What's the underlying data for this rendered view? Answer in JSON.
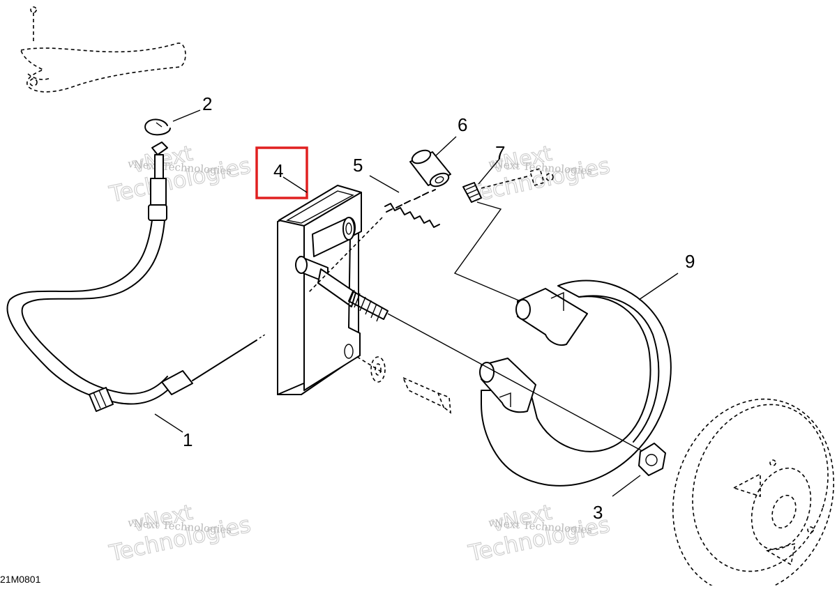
{
  "drawing_id": "21M0801",
  "callouts": [
    "1",
    "2",
    "3",
    "4",
    "5",
    "6",
    "7",
    "9"
  ],
  "highlighted_callout": "4",
  "highlight_color": "#e02020",
  "watermark": {
    "small": "vNext Technologies",
    "big_top": "vNext",
    "big_bottom": "Technologies"
  }
}
